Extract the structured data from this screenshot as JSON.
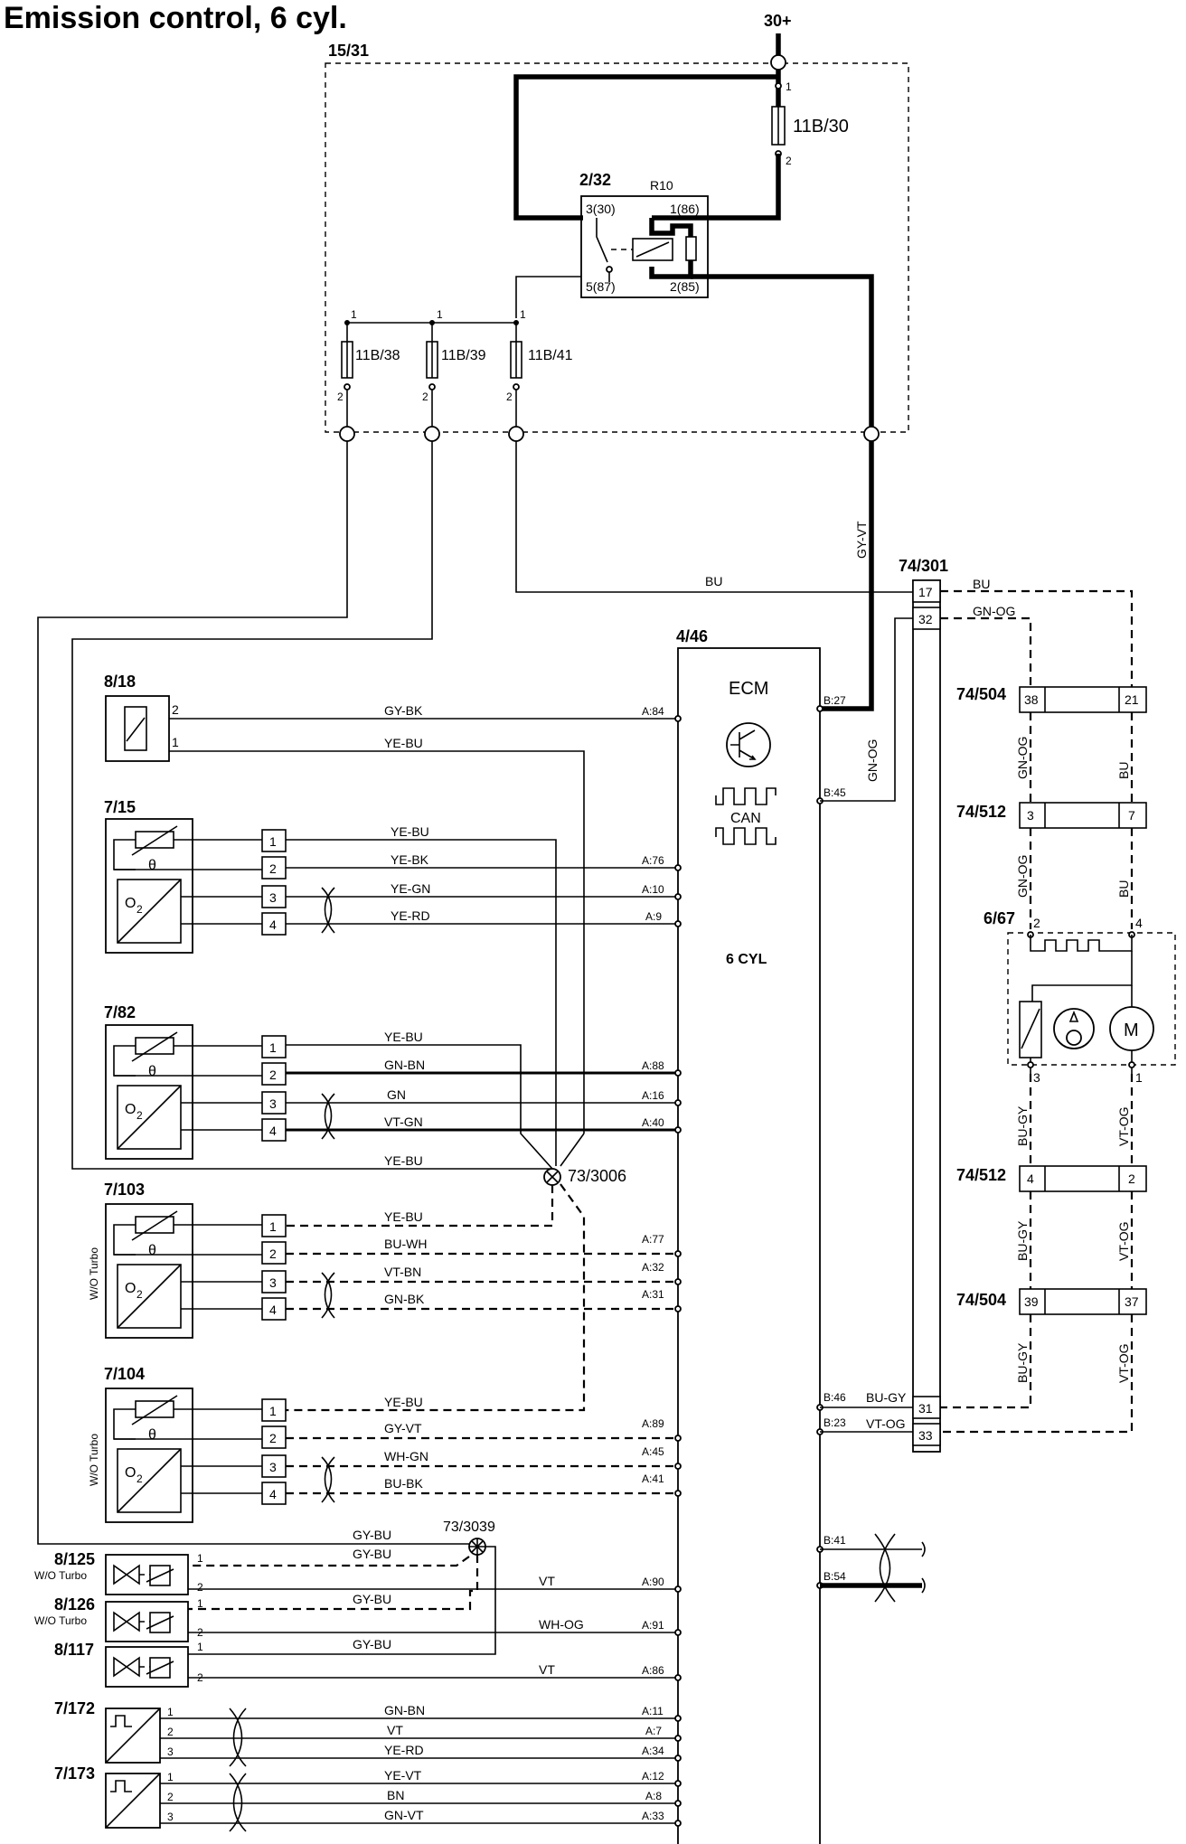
{
  "title": "Emission control, 6 cyl.",
  "supply": "30+",
  "fuse_box": {
    "ref": "15/31",
    "main_fuse": "11B/30",
    "relay_ref": "2/32",
    "relay_name": "R10",
    "relay_pins": [
      "3(30)",
      "1(86)",
      "5(87)",
      "2(85)"
    ],
    "fuses": [
      "11B/38",
      "11B/39",
      "11B/41"
    ]
  },
  "ecm": {
    "ref": "4/46",
    "name": "ECM",
    "bus": "CAN",
    "variant": "6 CYL",
    "left_pins": [
      "A:84",
      "A:76",
      "A:10",
      "A:9",
      "A:88",
      "A:16",
      "A:40",
      "A:77",
      "A:32",
      "A:31",
      "A:89",
      "A:45",
      "A:41",
      "A:90",
      "A:91",
      "A:86",
      "A:11",
      "A:7",
      "A:34",
      "A:12",
      "A:8",
      "A:33"
    ],
    "right_pins": [
      "B:27",
      "B:45",
      "B:46",
      "B:23",
      "B:41",
      "B:54"
    ]
  },
  "connectors": {
    "c74_301": {
      "ref": "74/301",
      "pins": [
        "17",
        "32",
        "31",
        "33"
      ]
    },
    "c74_504_top": {
      "ref": "74/504",
      "pins": [
        "38",
        "21"
      ]
    },
    "c74_512_top": {
      "ref": "74/512",
      "pins": [
        "3",
        "7"
      ]
    },
    "c74_512_bottom": {
      "ref": "74/512",
      "pins": [
        "4",
        "2"
      ]
    },
    "c74_504_bottom": {
      "ref": "74/504",
      "pins": [
        "39",
        "37"
      ]
    }
  },
  "leak_module": {
    "ref": "6/67",
    "pins": [
      "2",
      "4",
      "3",
      "1"
    ],
    "motor": "M"
  },
  "components": {
    "c8_18": "8/18",
    "c7_15": "7/15",
    "c7_82": "7/82",
    "c7_103": "7/103",
    "c7_104": "7/104",
    "c8_125": "8/125",
    "c8_126": "8/126",
    "c8_117": "8/117",
    "c7_172": "7/172",
    "c7_173": "7/173",
    "splice_a": "73/3006",
    "splice_b": "73/3039"
  },
  "notes": {
    "wo_turbo": "W/O Turbo",
    "theta": "θ",
    "o2": "O",
    "o2_sub": "2"
  },
  "wires": {
    "gy_bk": "GY-BK",
    "ye_bu": "YE-BU",
    "ye_bk": "YE-BK",
    "ye_gn": "YE-GN",
    "ye_rd": "YE-RD",
    "gn_bn": "GN-BN",
    "gn": "GN",
    "vt_gn": "VT-GN",
    "bu_wh": "BU-WH",
    "vt_bn": "VT-BN",
    "gn_bk": "GN-BK",
    "gy_vt": "GY-VT",
    "wh_gn": "WH-GN",
    "bu_bk": "BU-BK",
    "gy_bu": "GY-BU",
    "vt": "VT",
    "wh_og": "WH-OG",
    "ye_vt": "YE-VT",
    "bn": "BN",
    "gn_vt": "GN-VT",
    "bu": "BU",
    "gn_og": "GN-OG",
    "bu_gy": "BU-GY",
    "vt_og": "VT-OG"
  },
  "pin_numbers": [
    "1",
    "2",
    "3",
    "4"
  ]
}
